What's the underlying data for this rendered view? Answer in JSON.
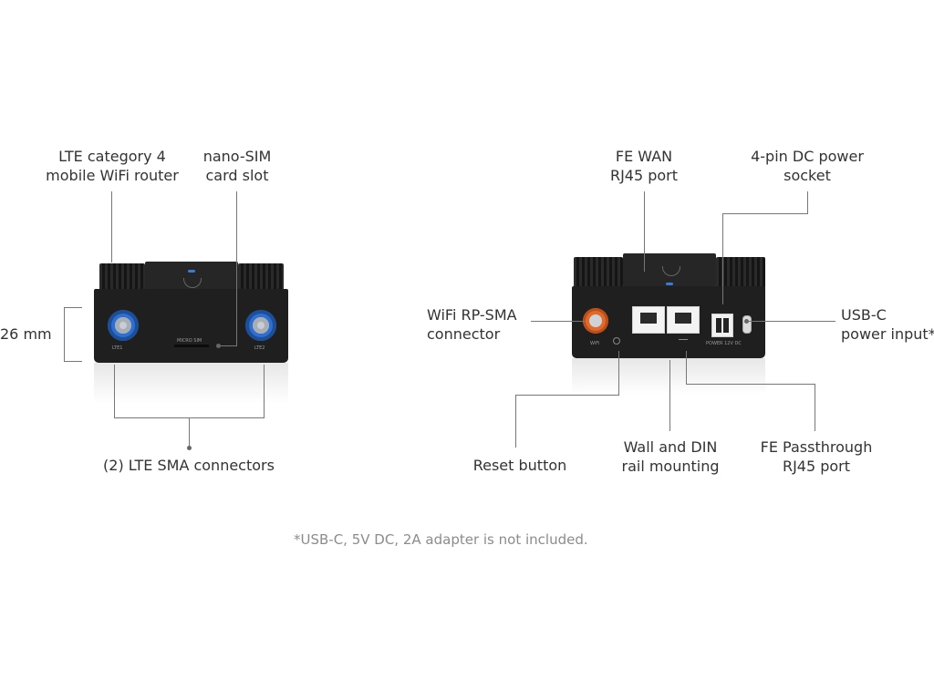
{
  "labels": {
    "lte_router": [
      "LTE category 4",
      "mobile WiFi router"
    ],
    "nano_sim": [
      "nano-SIM",
      "card slot"
    ],
    "height": "26 mm",
    "lte_sma": "(2) LTE SMA connectors",
    "fe_wan": [
      "FE WAN",
      "RJ45 port"
    ],
    "dc_power": [
      "4-pin DC power",
      "socket"
    ],
    "wifi_rpsma": [
      "WiFi RP-SMA",
      "connector"
    ],
    "usbc_power": [
      "USB-C",
      "power input*"
    ],
    "reset": "Reset button",
    "wall_din": [
      "Wall and DIN",
      "rail mounting"
    ],
    "fe_passthrough": [
      "FE Passthrough",
      "RJ45 port"
    ]
  },
  "device_markings": {
    "left_antenna_label": "LTE1",
    "right_antenna_label": "LTE2",
    "sim_label": "MICRO SIM",
    "wifi_label": "WiFi",
    "power_label": "POWER 12V DC"
  },
  "footnote": "*USB-C, 5V DC, 2A adapter is not included.",
  "colors": {
    "lte_connector": "#2f6fd0",
    "wifi_connector": "#e06a2e",
    "status_led": "#3a7bd5",
    "body": "#1f1f1f",
    "callout_line": "#777777"
  },
  "icons": [
    "ui-logo",
    "reset-icon",
    "passthrough-arrow-icon"
  ]
}
